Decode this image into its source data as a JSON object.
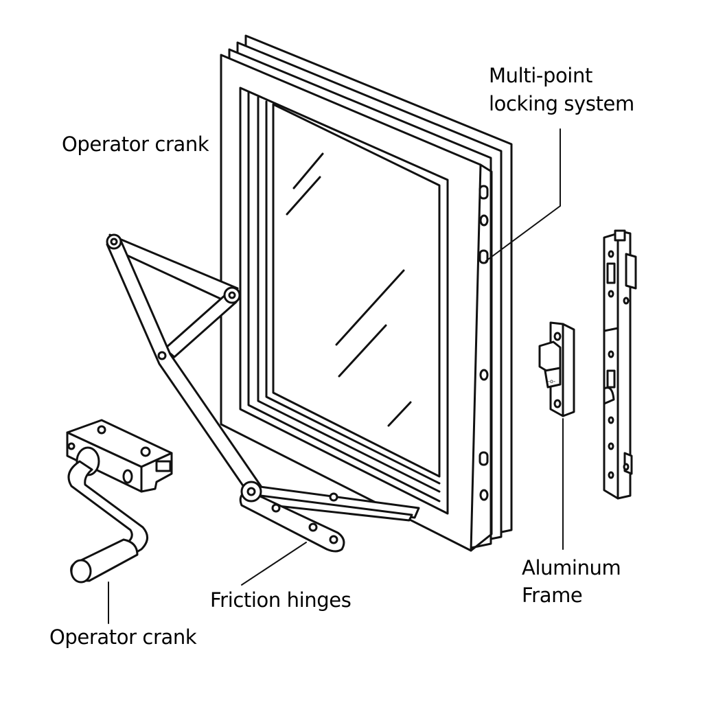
{
  "palette": {
    "ink": "#111111",
    "background": "#ffffff"
  },
  "labels": {
    "locking_system_line1": "Multi-point",
    "locking_system_line2": "locking system",
    "operator_crank_top": "Operator crank",
    "aluminum_frame_line1": "Aluminum",
    "aluminum_frame_line2": "Frame",
    "friction_hinges": "Friction hinges",
    "operator_crank_bottom": "Operator crank"
  }
}
